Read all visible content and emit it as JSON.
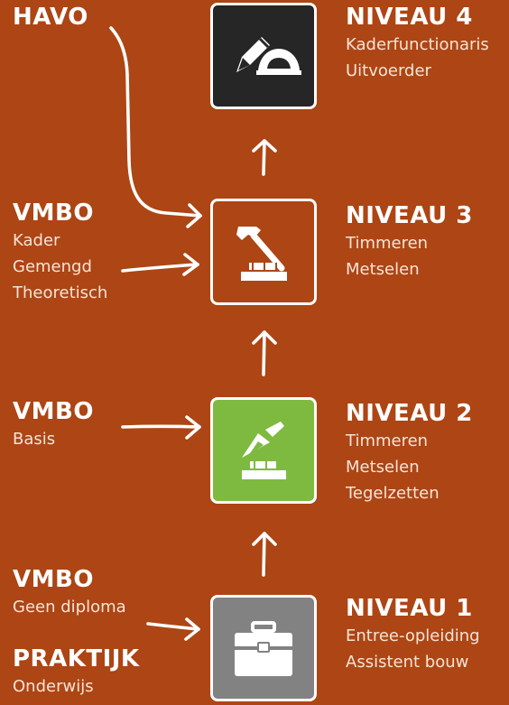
{
  "colors": {
    "background": "#ad4514",
    "box_4_fill": "#262626",
    "box_3_fill": "#ad4514",
    "box_2_fill": "#7fba40",
    "box_1_fill": "#828282",
    "text_primary": "#ffffff",
    "text_secondary": "#f6e4d7"
  },
  "left": {
    "havo": {
      "title": "HAVO"
    },
    "vmbo_upper": {
      "title": "VMBO",
      "lines": [
        "Kader",
        "Gemengd",
        "Theoretisch"
      ]
    },
    "vmbo_basis": {
      "title": "VMBO",
      "lines": [
        "Basis"
      ]
    },
    "vmbo_lower": {
      "title": "VMBO",
      "lines": [
        "Geen diploma"
      ]
    },
    "praktijk": {
      "title": "PRAKTIJK",
      "lines": [
        "Onderwijs"
      ]
    }
  },
  "right": {
    "niveau_4": {
      "title": "NIVEAU 4",
      "lines": [
        "Kaderfunctionaris",
        "Uitvoerder"
      ]
    },
    "niveau_3": {
      "title": "NIVEAU 3",
      "lines": [
        "Timmeren",
        "Metselen"
      ]
    },
    "niveau_2": {
      "title": "NIVEAU 2",
      "lines": [
        "Timmeren",
        "Metselen",
        "Tegelzetten"
      ]
    },
    "niveau_1": {
      "title": "NIVEAU 1",
      "lines": [
        "Entree-opleiding",
        "Assistent bouw"
      ]
    }
  },
  "icons": {
    "level_4": "pencil-protractor-icon",
    "level_3": "hammer-bricks-icon",
    "level_2": "trowel-bricks-icon",
    "level_1": "toolbox-icon"
  }
}
